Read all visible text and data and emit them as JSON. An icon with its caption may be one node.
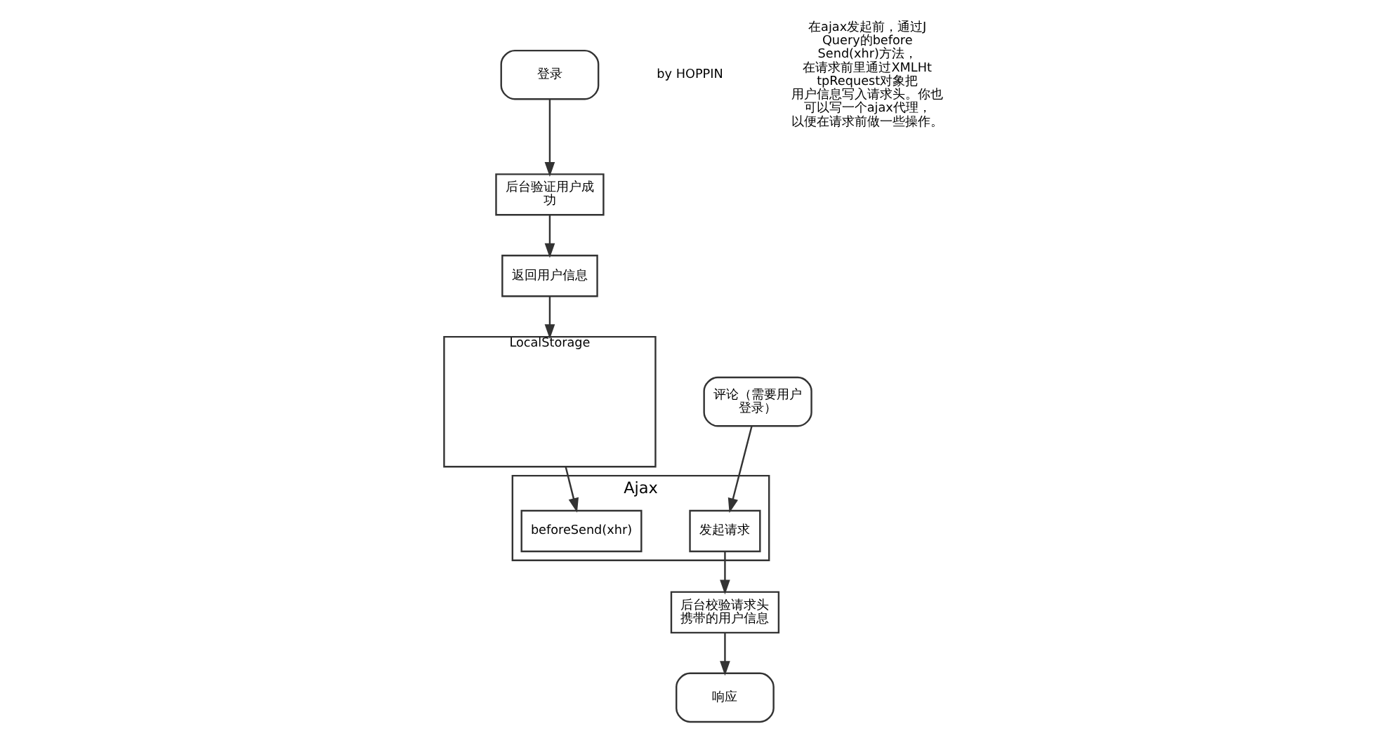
{
  "diagram": {
    "nodes": [
      {
        "text": [
          "登录"
        ]
      },
      {
        "text": [
          "后台验证用户成功"
        ]
      },
      {
        "text": [
          "返回用户信息"
        ]
      },
      {
        "text": [
          "LocalStorage"
        ]
      },
      {
        "text": [
          "Ajax"
        ]
      },
      {
        "text": [
          "beforeSend(xhr)"
        ],
        "in": 4
      },
      {
        "text": [
          "发起请求"
        ],
        "in": 4
      },
      {
        "text": [
          "评论（需要用户登录）"
        ]
      },
      {
        "text": [
          "后台校验请求头携带的用户信息"
        ]
      },
      {
        "text": [
          "响应"
        ]
      }
    ],
    "edges": [
      {
        "from": 0,
        "to": 1,
        "arrow": "to"
      },
      {
        "from": 1,
        "to": 2,
        "arrow": "to"
      },
      {
        "from": 2,
        "to": 3,
        "arrow": "to"
      },
      {
        "from": 3,
        "to": 5,
        "arrow": "to"
      },
      {
        "from": 7,
        "to": 6,
        "arrow": "to"
      },
      {
        "from": 6,
        "to": 8,
        "arrow": "to"
      },
      {
        "from": 8,
        "to": 9,
        "arrow": "to"
      }
    ],
    "labels": [
      "by HOPPIN",
      "在ajax发起前，通过JQuery的beforeSend(xhr)方法，在请求前里通过XMLHttpRequest对象把用户信息写入请求头。你也可以写一个ajax代理，以便在请求前做一些操作。"
    ]
  }
}
